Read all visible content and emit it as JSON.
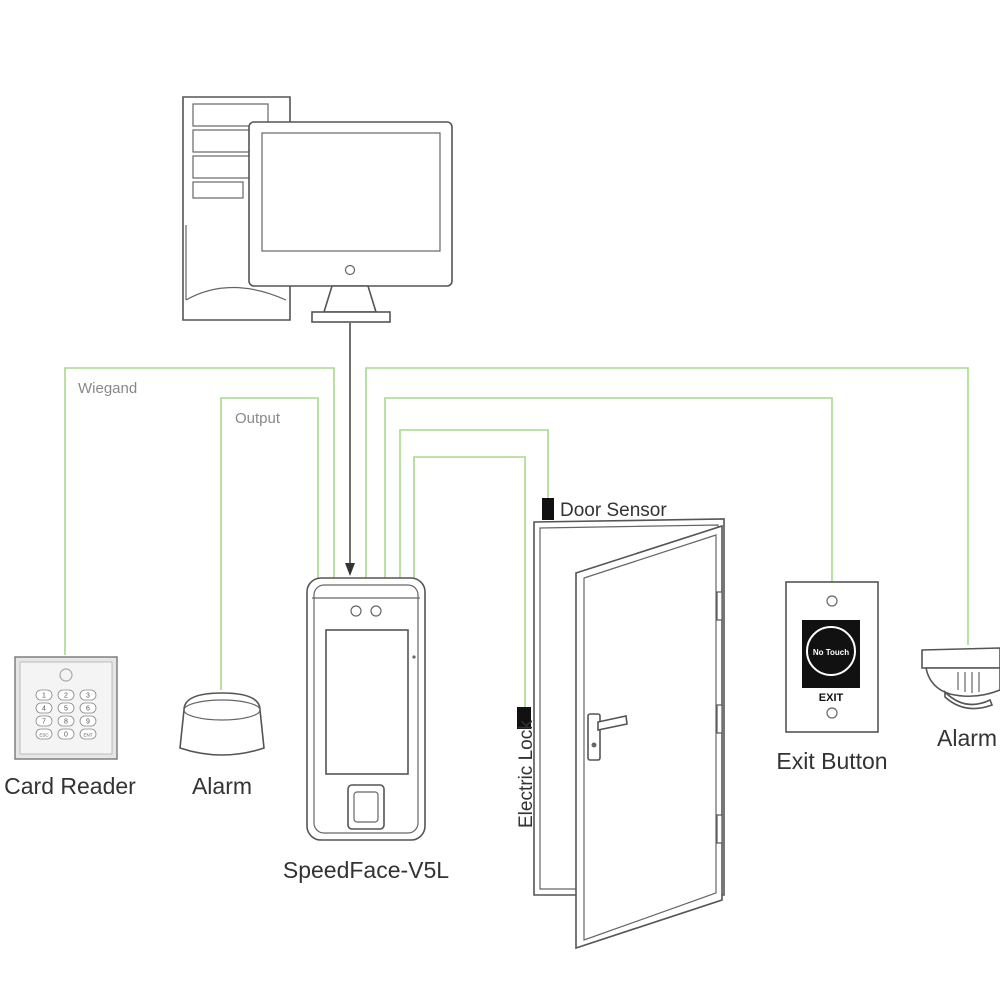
{
  "labels": {
    "wiegand": "Wiegand",
    "output": "Output",
    "door_sensor": "Door Sensor",
    "electric_lock": "Electric Lock",
    "card_reader": "Card Reader",
    "alarm_left": "Alarm",
    "device": "SpeedFace-V5L",
    "exit_button": "Exit Button",
    "alarm_right": "Alarm"
  },
  "exit_button_face": {
    "no_touch": "No Touch",
    "exit": "EXIT"
  },
  "keypad_keys": [
    "1",
    "2",
    "3",
    "4",
    "5",
    "6",
    "7",
    "8",
    "9",
    "ESC",
    "0",
    "ENT"
  ],
  "colors": {
    "wire": "#a8d88a",
    "line": "#555555",
    "text": "#333333"
  },
  "icons": [
    "computer-icon",
    "card-reader-icon",
    "alarm-siren-icon",
    "face-terminal-icon",
    "door-icon",
    "exit-button-icon",
    "smoke-alarm-icon"
  ]
}
